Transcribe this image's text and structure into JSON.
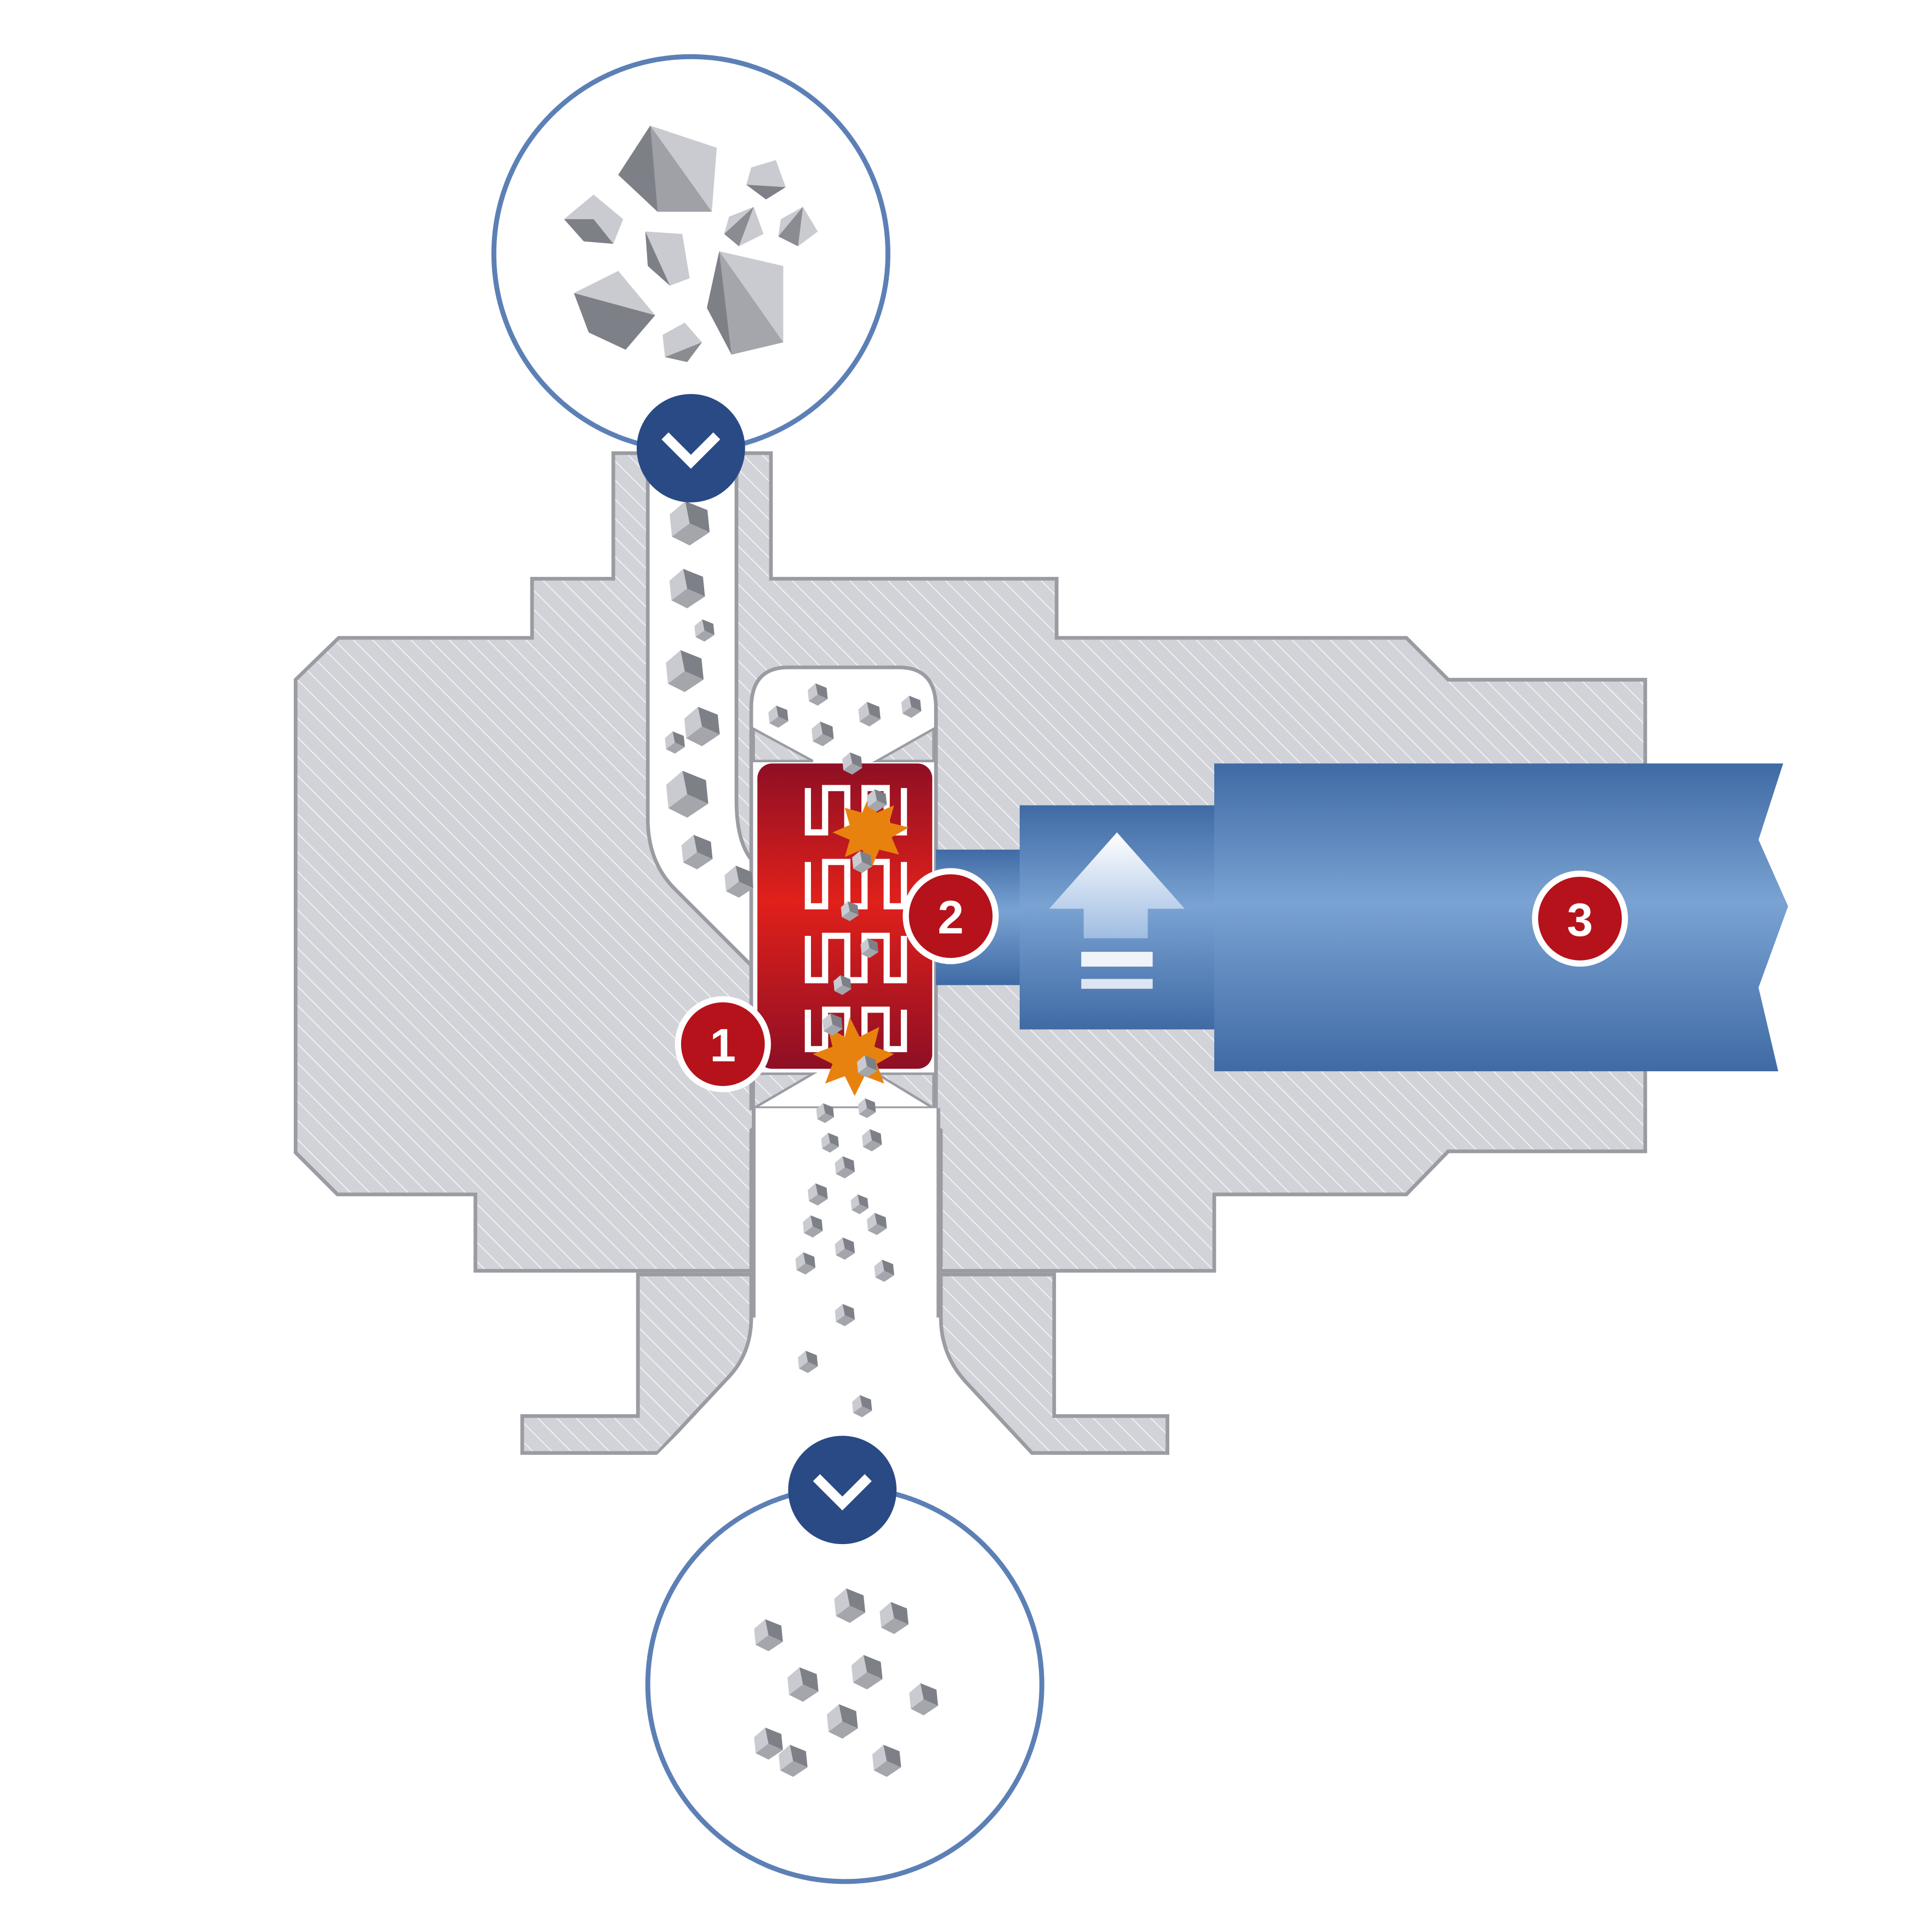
{
  "diagram": {
    "callouts": [
      {
        "id": "callout-1",
        "label": "1"
      },
      {
        "id": "callout-2",
        "label": "2"
      },
      {
        "id": "callout-3",
        "label": "3"
      }
    ],
    "icons": {
      "inlet": "chevron-down-icon",
      "outlet": "chevron-down-icon",
      "push": "arrow-up-icon",
      "impact": "burst-icon"
    },
    "colors": {
      "housing_fill": "#d1d3d8",
      "housing_stroke": "#9a9ca2",
      "rotor_red": "#c8161d",
      "rotor_dark": "#8e0f24",
      "shaft_blue": "#6b96c8",
      "shaft_dark": "#3f6aa4",
      "circle_stroke": "#5c80b6",
      "valve_navy": "#2a4a85",
      "badge_red": "#b5121b",
      "burst_orange": "#e8820f",
      "particle_light": "#c9cbd0",
      "particle_mid": "#a4a6ac",
      "particle_dark": "#7e8087"
    }
  }
}
